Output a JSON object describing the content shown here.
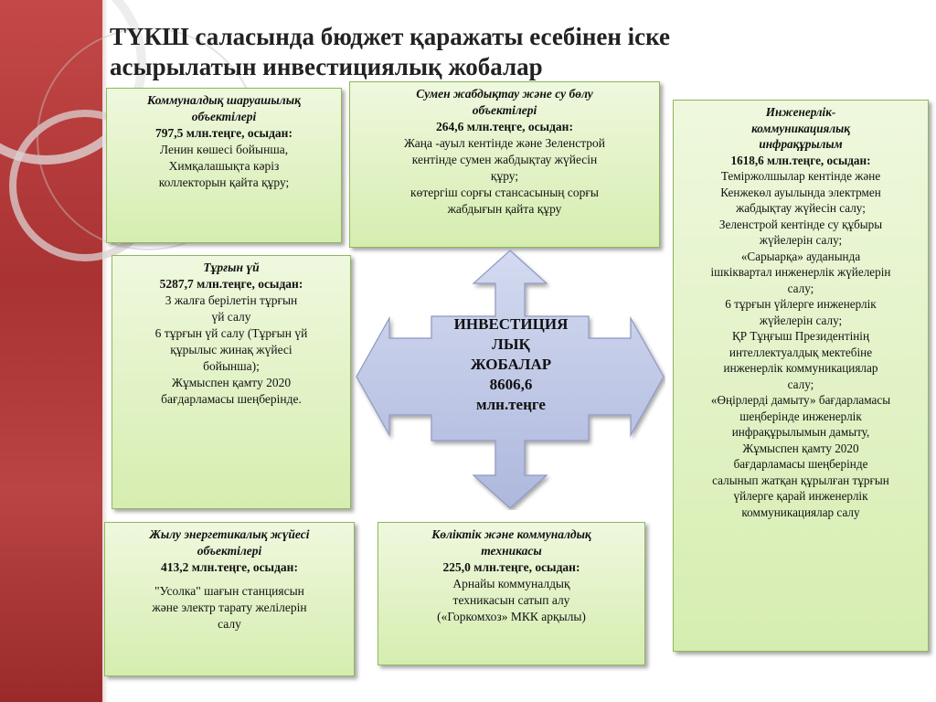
{
  "title_line1": "ТҮКШ саласында бюджет қаражаты есебінен іске",
  "title_line2": "асырылатын инвестициялық жобалар",
  "hub": {
    "line1": "ИНВЕСТИЦИЯ",
    "line2": "ЛЫҚ",
    "line3": "ЖОБАЛАР",
    "line4": "8606,6",
    "line5": "млн.теңге"
  },
  "kommunal": {
    "heading1": "Коммуналдық шаруашылық",
    "heading2": "объектілері",
    "amount": "797,5 млн.теңге, осыдан:",
    "desc1": "Ленин көшесі бойынша,",
    "desc2": "Химқалашықта кәріз",
    "desc3": "коллекторын қайта құру;"
  },
  "su": {
    "heading1": "Сумен жабдықтау және су бөлу",
    "heading2": "объектілері",
    "amount": "264,6 млн.теңге, осыдан:",
    "desc1": "Жаңа -ауыл кентінде және Зеленстрой",
    "desc2": "кентінде сумен жабдықтау жүйесін",
    "desc3": "құру;",
    "desc4": "көтергіш сорғы стансасының сорғы",
    "desc5": "жабдығын қайта құру"
  },
  "injener": {
    "heading1": "Инженерлік-",
    "heading2": "коммуникациялық",
    "heading3": "инфрақұрылым",
    "amount": "1618,6  млн.теңге, осыдан:",
    "lines": [
      "Теміржолшылар кентінде және",
      "Кенжекөл ауылында электрмен",
      "жабдықтау жүйесін салу;",
      "Зеленстрой кентінде су құбыры",
      "жүйелерін салу;",
      "«Сарыарқа» ауданында",
      "ішкіквартал инженерлік жүйелерін",
      "салу;",
      "6 тұрғын үйлерге инженерлік",
      "жүйелерін салу;",
      "ҚР Тұңғыш Президентінің",
      "интеллектуалдық мектебіне",
      "инженерлік коммуникациялар",
      "салу;",
      "«Өңірлерді дамыту» бағдарламасы",
      "шеңберінде инженерлік",
      "инфрақұрылымын дамыту,",
      "Жұмыспен қамту 2020",
      "бағдарламасы шеңберінде",
      "салынып жатқан құрылған тұрғын",
      "үйлерге қарай  инженерлік",
      "коммуникациялар салу"
    ]
  },
  "turgyn": {
    "heading": "Тұрғын үй",
    "amount": "5287,7 млн.теңге, осыдан:",
    "lines": [
      "3 жалға берілетін тұрғын",
      "үй салу",
      "6 тұрғын үй салу (Тұрғын үй",
      "құрылыс жинақ жүйесі",
      "бойынша);",
      "Жұмыспен қамту 2020",
      "бағдарламасы шеңберінде."
    ]
  },
  "zhylu": {
    "heading1": "Жылу энергетикалық жүйесі",
    "heading2": "объектілері",
    "amount": "413,2 млн.теңге, осыдан:",
    "desc1": "\"Усолка\" шағын станциясын",
    "desc2": "және электр тарату желілерін",
    "desc3": "салу"
  },
  "kolik": {
    "heading1": "Көліктік және коммуналдық",
    "heading2": "техникасы",
    "amount": "225,0 млн.теңге, осыдан:",
    "desc1": "Арнайы коммуналдық",
    "desc2": "техникасын сатып алу",
    "desc3": "(«Горкомхоз» МКК арқылы)"
  },
  "colors": {
    "box_fill_top": "#eff8de",
    "box_fill_bottom": "#d6edb0",
    "box_border": "#8fb85c",
    "arrow_fill": "#c3cce9",
    "band_red": "#b03838"
  }
}
